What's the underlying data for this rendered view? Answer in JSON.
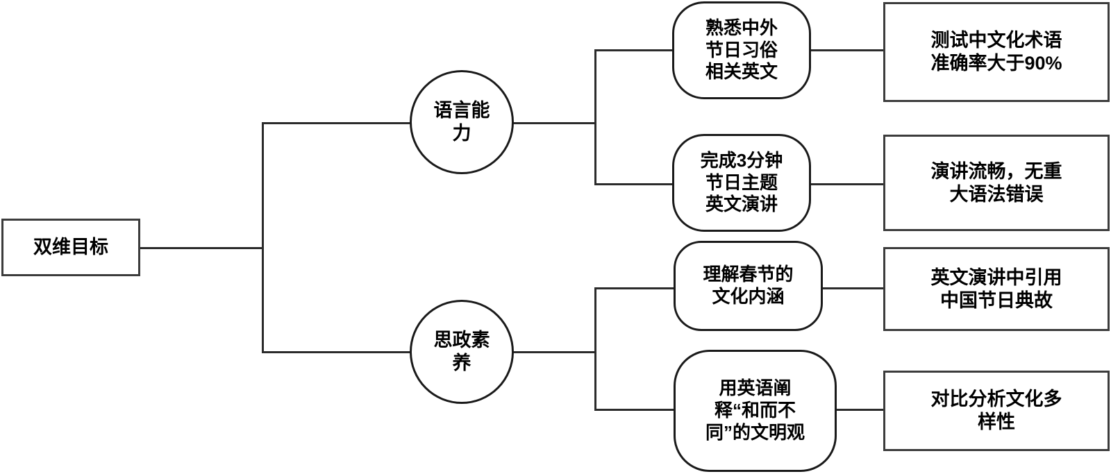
{
  "diagram": {
    "type": "tree-mindmap",
    "background_color": "#ffffff",
    "line_color": "#2b2b2b",
    "text_color": "#000000"
  },
  "root": {
    "label": "双维目标",
    "shape": "rectangle"
  },
  "branches": [
    {
      "label": "语言能\n力",
      "shape": "circle",
      "children": [
        {
          "label": "熟悉中外\n节日习俗\n相关英文",
          "shape": "rounded-rectangle",
          "outcome": {
            "label": "测试中文化术语\n准确率大于90%",
            "shape": "rectangle"
          }
        },
        {
          "label": "完成3分钟\n节日主题\n英文演讲",
          "shape": "rounded-rectangle",
          "outcome": {
            "label": "演讲流畅，无重\n大语法错误",
            "shape": "rectangle"
          }
        }
      ]
    },
    {
      "label": "思政素\n养",
      "shape": "circle",
      "children": [
        {
          "label": "理解春节的\n文化内涵",
          "shape": "rounded-rectangle",
          "outcome": {
            "label": "英文演讲中引用\n中国节日典故",
            "shape": "rectangle"
          }
        },
        {
          "label": "用英语阐\n释“和而不\n同”的文明观",
          "shape": "rounded-rectangle",
          "outcome": {
            "label": "对比分析文化多\n样性",
            "shape": "rectangle"
          }
        }
      ]
    }
  ]
}
